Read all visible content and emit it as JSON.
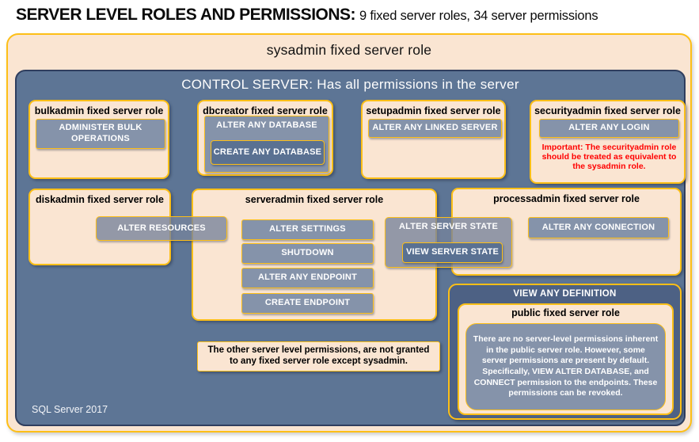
{
  "title": {
    "main": "SERVER LEVEL ROLES AND PERMISSIONS:",
    "sub": "9 fixed server roles, 34 server permissions"
  },
  "sysadmin": {
    "label": "sysadmin fixed server role"
  },
  "control": {
    "label": "CONTROL SERVER: Has all permissions in the server"
  },
  "boxes": {
    "bulkadmin": {
      "title": "bulkadmin fixed server role",
      "perm1": "ADMINISTER BULK OPERATIONS"
    },
    "dbcreator": {
      "title": "dbcreator fixed server role",
      "perm1": "ALTER ANY DATABASE",
      "perm2": "CREATE ANY DATABASE"
    },
    "setupadmin": {
      "title": "setupadmin fixed server role",
      "perm1": "ALTER ANY LINKED SERVER"
    },
    "securityadmin": {
      "title": "securityadmin fixed server role",
      "perm1": "ALTER ANY LOGIN",
      "note": "Important: The securityadmin role should be treated as equivalent to the sysadmin role."
    },
    "diskadmin": {
      "title": "diskadmin fixed server role",
      "perm1": "ALTER RESOURCES"
    },
    "serveradmin": {
      "title": "serveradmin fixed server role",
      "perm1": "ALTER SETTINGS",
      "perm2": "SHUTDOWN",
      "perm3": "ALTER ANY ENDPOINT",
      "perm4": "CREATE ENDPOINT",
      "perm5": "ALTER SERVER STATE",
      "perm6": "VIEW SERVER STATE"
    },
    "processadmin": {
      "title": "processadmin fixed server role",
      "perm1": "ALTER ANY CONNECTION"
    },
    "public": {
      "banner": "VIEW ANY DEFINITION",
      "title": "public fixed server role",
      "body": "There are no server-level permissions inherent in the public server role. However, some server permissions are present by default. Specifically, VIEW ALTER DATABASE, and CONNECT permission to the endpoints. These permissions can be revoked."
    }
  },
  "note": {
    "text": "The other server level permissions, are not granted to any fixed server role except sysadmin."
  },
  "footer": {
    "label": "SQL Server 2017"
  },
  "colors": {
    "peach": "#FAE5D2",
    "gold_border": "#FDBF17",
    "control_blue": "#5D7595",
    "control_border": "#2F3E5E",
    "permission_fill": "#8593AA",
    "nested_permission_fill": "#5A7192",
    "view_any_definition_fill": "#4D6184",
    "warning_red": "#FF0000",
    "text_black": "#000000",
    "text_white": "#FFFFFF"
  }
}
